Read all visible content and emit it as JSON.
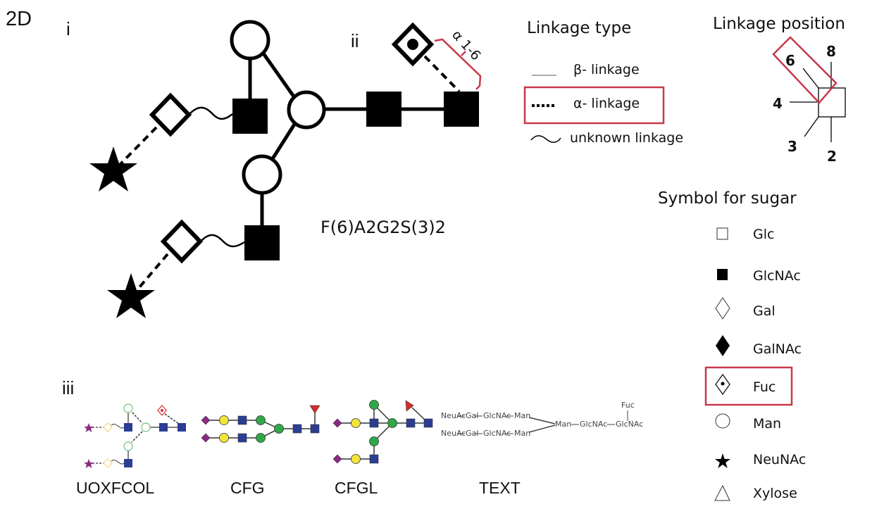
{
  "figure": {
    "panel_id": "2D",
    "sub_labels": {
      "i": "i",
      "ii": "ii",
      "iii": "iii"
    },
    "accent_color": "#c8384a"
  },
  "glycan": {
    "formula": "F(6)A2G2S(3)2",
    "fucose_link_label": "α 1-6"
  },
  "linkage_type": {
    "heading": "Linkage type",
    "items": [
      {
        "key": "beta",
        "label": "β- linkage",
        "line": "solid",
        "highlighted": false
      },
      {
        "key": "alpha",
        "label": "α- linkage",
        "line": "dotted",
        "highlighted": true
      },
      {
        "key": "unknown",
        "label": "unknown linkage",
        "line": "wavy",
        "highlighted": false
      }
    ]
  },
  "linkage_position": {
    "heading": "Linkage position",
    "positions": [
      "6",
      "8",
      "4",
      "3",
      "2"
    ],
    "highlighted_position": "6"
  },
  "sugar_symbols": {
    "heading": "Symbol for sugar",
    "items": [
      {
        "name": "Glc",
        "symbol": "open-square",
        "highlighted": false
      },
      {
        "name": "GlcNAc",
        "symbol": "filled-square",
        "highlighted": false
      },
      {
        "name": "Gal",
        "symbol": "open-diamond",
        "highlighted": false
      },
      {
        "name": "GalNAc",
        "symbol": "filled-diamond",
        "highlighted": false
      },
      {
        "name": "Fuc",
        "symbol": "dotted-diamond",
        "highlighted": true
      },
      {
        "name": "Man",
        "symbol": "open-circle",
        "highlighted": false
      },
      {
        "name": "NeuNAc",
        "symbol": "filled-star",
        "highlighted": false
      },
      {
        "name": "Xylose",
        "symbol": "open-triangle",
        "highlighted": false
      }
    ]
  },
  "formats": {
    "labels": [
      "UOXFCOL",
      "CFG",
      "CFGL",
      "TEXT"
    ],
    "colors": {
      "glcnac_blue": "#2b3e93",
      "man_green": "#2fa84a",
      "gal_yellow": "#f2e53a",
      "neuac_purple": "#8a2a85",
      "fuc_red": "#d92a2a"
    },
    "text_notation": {
      "upper_arm": [
        "NeuAc",
        "Gal",
        "GlcNAc",
        "Man"
      ],
      "lower_arm": [
        "NeuAc",
        "Gal",
        "GlcNAc",
        "Man"
      ],
      "core": [
        "Man",
        "GlcNAc",
        "GlcNAc"
      ],
      "branch": "Fuc"
    }
  }
}
